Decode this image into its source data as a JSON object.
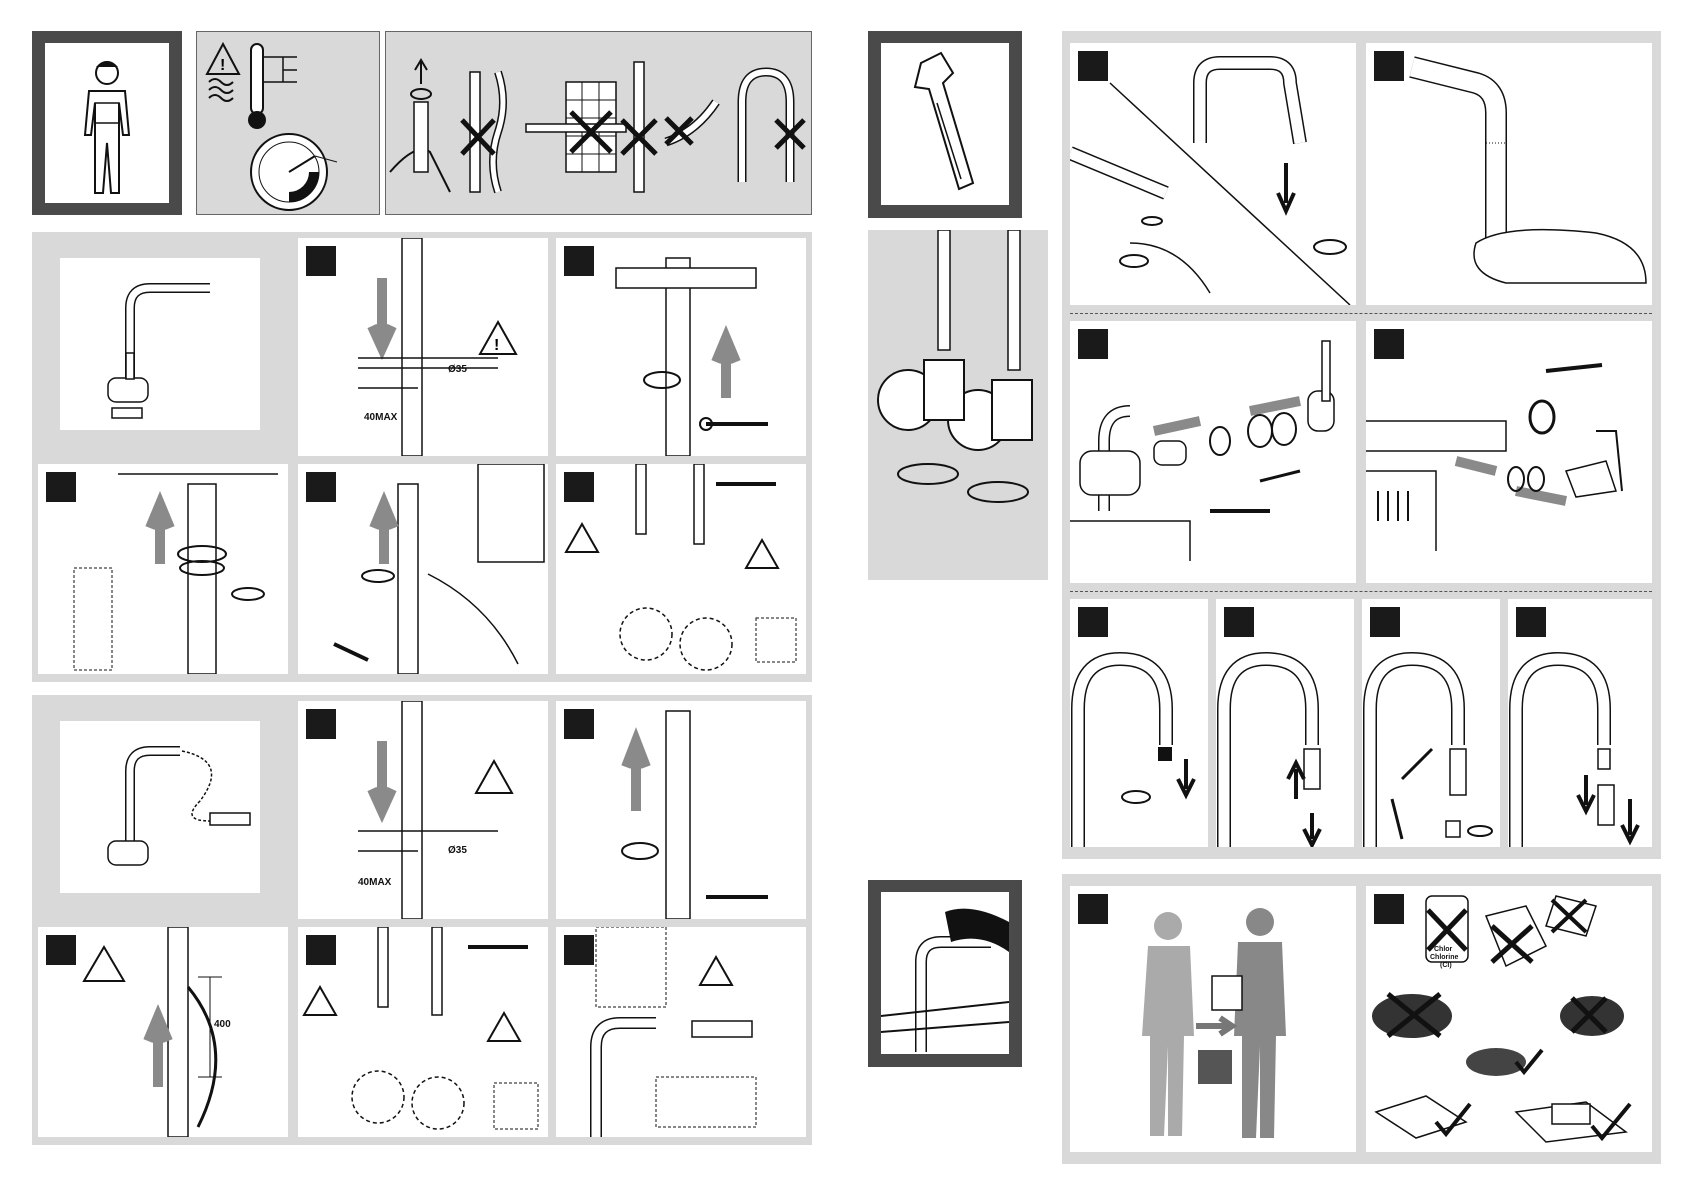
{
  "labels": {
    "diameter": "Ø35",
    "max_thickness": "40MAX",
    "hose_length": "400",
    "chlorine_line1": "Chlor",
    "chlorine_line2": "Chlorine",
    "chlorine_line3": "(Cl)"
  },
  "colors": {
    "panel_grey": "#d9d9d9",
    "frame_dark": "#4a4a4a",
    "step_marker": "#1a1a1a",
    "arrow_grey": "#8a8a8a"
  },
  "icons": [
    "installer-figure-icon",
    "warning-triangle-icon",
    "thermometer-icon",
    "pressure-gauge-icon",
    "wrench-icon",
    "thumbs-up-icon",
    "cross-mark-icon",
    "check-mark-icon",
    "rotate-arrow-icon"
  ]
}
